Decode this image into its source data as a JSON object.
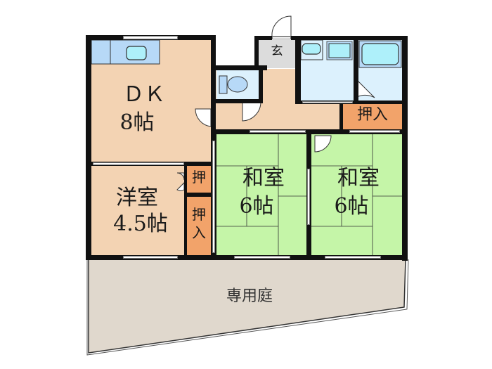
{
  "floorplan": {
    "rooms": {
      "dk": {
        "name": "ＤＫ",
        "size": "8帖"
      },
      "western": {
        "name": "洋室",
        "size": "4.5帖"
      },
      "washitsu_left": {
        "name": "和室",
        "size": "6帖"
      },
      "washitsu_right": {
        "name": "和室",
        "size": "6帖"
      },
      "entrance": {
        "name": "玄"
      },
      "closet_top_right": {
        "name": "押入"
      },
      "closet_small": {
        "name": "押"
      },
      "closet_tall": {
        "name": "押\n入"
      },
      "garden": {
        "name": "専用庭"
      }
    },
    "colors": {
      "dk_floor": "#f3d3b3",
      "washitsu": "#c5f5a8",
      "closet": "#f2a36a",
      "wet_area": "#dcf1fd",
      "fixture": "#b7d9f7",
      "fixture_inner": "#aef0fa",
      "entrance": "#dcdcdc",
      "garden": "#e0d8cd",
      "wall": "#111111"
    }
  }
}
